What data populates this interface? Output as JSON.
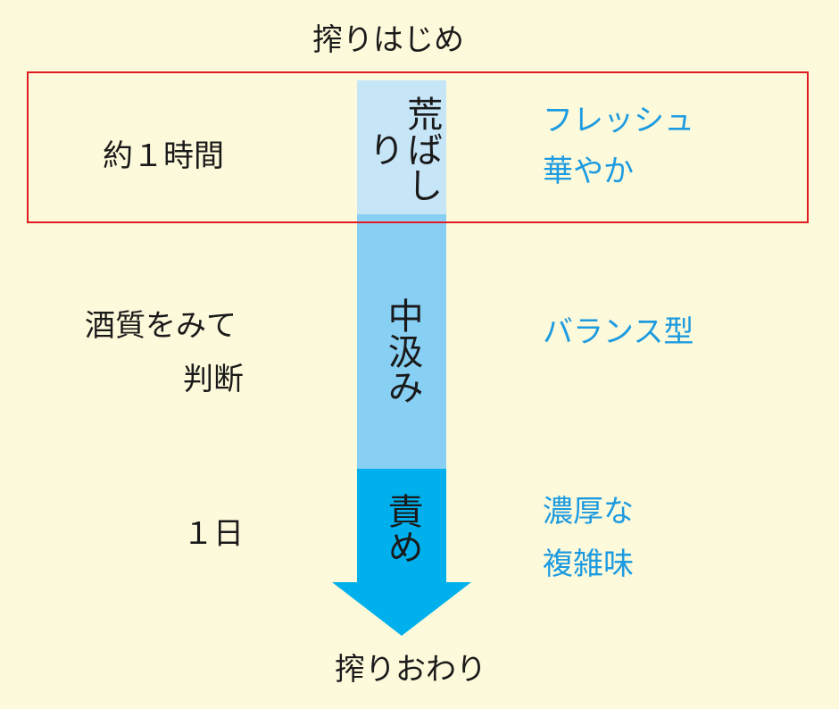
{
  "start_label": "搾りはじめ",
  "end_label": "搾りおわり",
  "stages": [
    {
      "name": "荒ばしり",
      "duration": "約１時間",
      "character": [
        "フレッシュ",
        "華やか"
      ],
      "color": "#c6e6f8"
    },
    {
      "name": "中汲み",
      "duration": [
        "酒質をみて",
        "判断"
      ],
      "character": [
        "バランス型"
      ],
      "color": "#88cff4"
    },
    {
      "name": "責め",
      "duration": "１日",
      "character": [
        "濃厚な",
        "複雑味"
      ],
      "color": "#00b0ec"
    }
  ],
  "highlight_color": "#e01b22"
}
